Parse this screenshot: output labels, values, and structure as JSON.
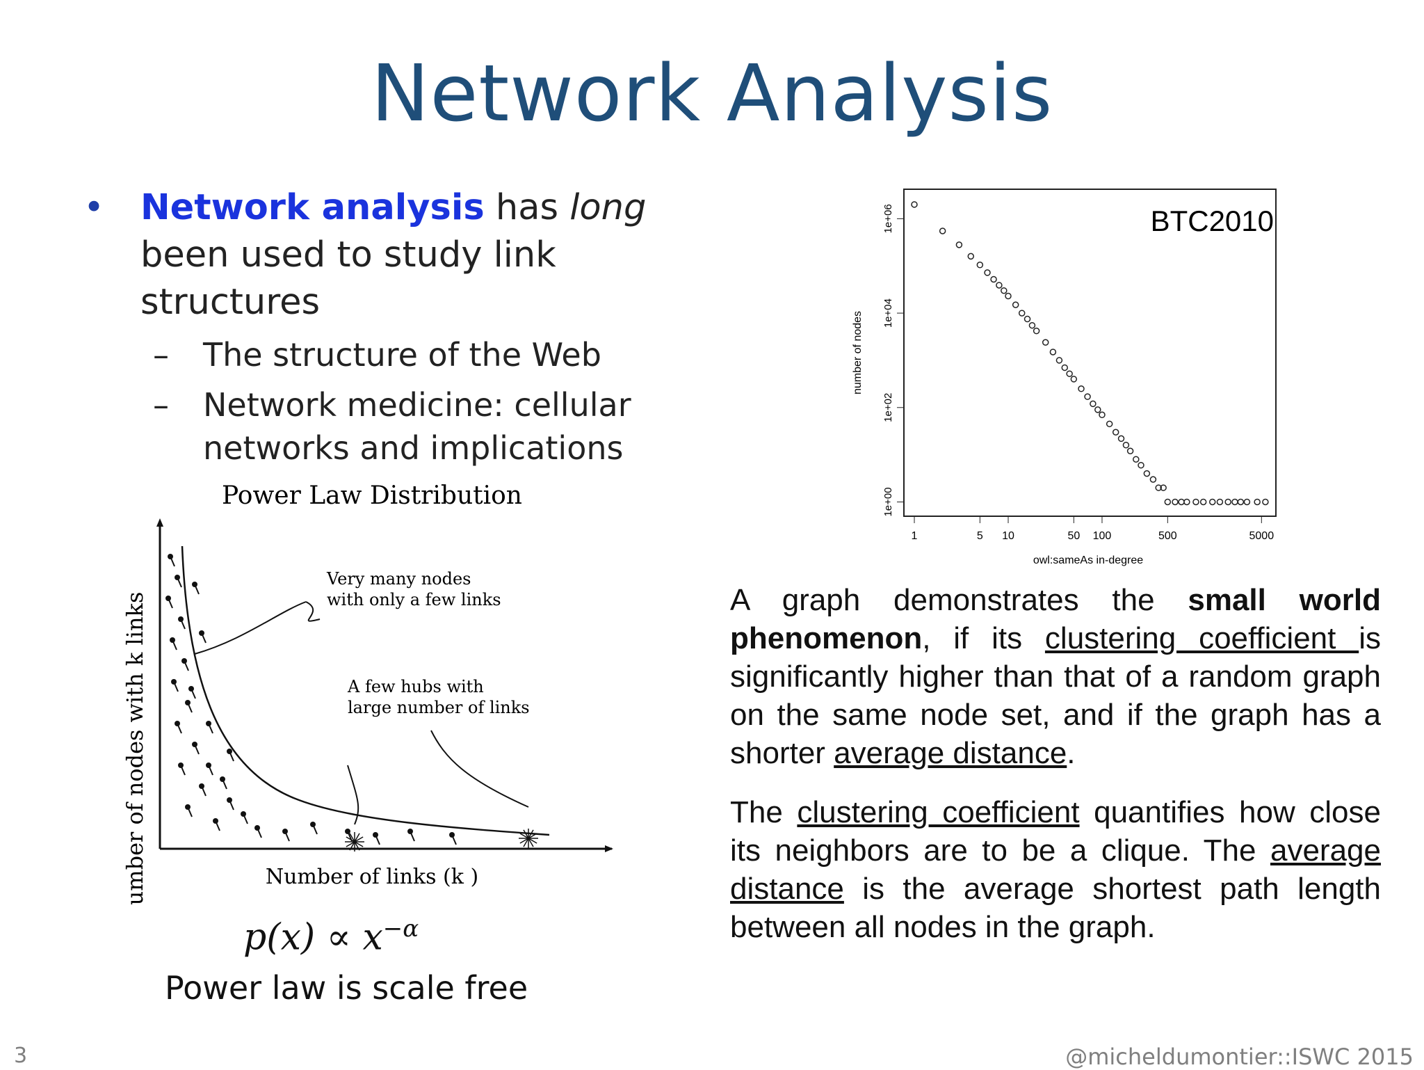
{
  "slide": {
    "title": "Network Analysis",
    "number": "3",
    "credit": "@micheldumontier::ISWC 2015"
  },
  "bullets": {
    "main_highlight": "Network analysis",
    "main_text_1": " has ",
    "main_italic": "long",
    "main_text_2": " been used to study link structures",
    "sub_1": "The structure of the Web",
    "sub_2": "Network medicine: cellular networks and implications"
  },
  "power_law": {
    "title": "Power Law Distribution",
    "ylabel": "Number of nodes with k links",
    "xlabel": "Number of links (k )",
    "annot_1_line1": "Very many nodes",
    "annot_1_line2": "with only a few links",
    "annot_2_line1": "A few hubs with",
    "annot_2_line2": "large number of links",
    "formula": "p(x) ∝ x",
    "formula_exp": "−α",
    "caption": "Power law is scale free"
  },
  "chart_data": {
    "type": "scatter",
    "title": "BTC2010",
    "xlabel": "owl:sameAs in-degree",
    "ylabel": "number of nodes",
    "x_scale": "log",
    "y_scale": "log",
    "xlim": [
      1,
      6000
    ],
    "ylim": [
      0.7,
      3000000
    ],
    "x_ticks": [
      "1",
      "5",
      "10",
      "50",
      "100",
      "500",
      "5000"
    ],
    "y_ticks": [
      "1e+00",
      "1e+02",
      "1e+04",
      "1e+06"
    ],
    "points": [
      [
        1,
        2000000
      ],
      [
        2,
        550000
      ],
      [
        3,
        280000
      ],
      [
        4,
        160000
      ],
      [
        5,
        105000
      ],
      [
        6,
        72000
      ],
      [
        7,
        52000
      ],
      [
        8,
        39000
      ],
      [
        9,
        30000
      ],
      [
        10,
        23000
      ],
      [
        12,
        15000
      ],
      [
        14,
        10000
      ],
      [
        16,
        7500
      ],
      [
        18,
        5500
      ],
      [
        20,
        4200
      ],
      [
        25,
        2400
      ],
      [
        30,
        1500
      ],
      [
        35,
        1000
      ],
      [
        40,
        700
      ],
      [
        45,
        520
      ],
      [
        50,
        400
      ],
      [
        60,
        250
      ],
      [
        70,
        170
      ],
      [
        80,
        120
      ],
      [
        90,
        90
      ],
      [
        100,
        70
      ],
      [
        120,
        45
      ],
      [
        140,
        30
      ],
      [
        160,
        22
      ],
      [
        180,
        16
      ],
      [
        200,
        12
      ],
      [
        230,
        8
      ],
      [
        260,
        6
      ],
      [
        300,
        4
      ],
      [
        350,
        3
      ],
      [
        400,
        2
      ],
      [
        450,
        2
      ],
      [
        500,
        1
      ],
      [
        600,
        1
      ],
      [
        700,
        1
      ],
      [
        800,
        1
      ],
      [
        1000,
        1
      ],
      [
        1200,
        1
      ],
      [
        1500,
        1
      ],
      [
        1800,
        1
      ],
      [
        2200,
        1
      ],
      [
        2600,
        1
      ],
      [
        3000,
        1
      ],
      [
        3500,
        1
      ],
      [
        4500,
        1
      ],
      [
        5500,
        1
      ]
    ]
  },
  "paragraphs": {
    "p1_a": "A graph demonstrates the ",
    "p1_bold": "small world phenomenon",
    "p1_b": ", if its ",
    "p1_u1": "clustering coefficient ",
    "p1_c": "is significantly higher than that of a random graph on the same node set, and if the graph has a shorter ",
    "p1_u2": "average distance",
    "p1_d": ".",
    "p2_a": "The ",
    "p2_u1": "clustering coefficient",
    "p2_b": " quantifies how close its neighbors are to be a clique. The ",
    "p2_u2": "average distance",
    "p2_c": " is the average shortest path length between all nodes in the graph."
  }
}
